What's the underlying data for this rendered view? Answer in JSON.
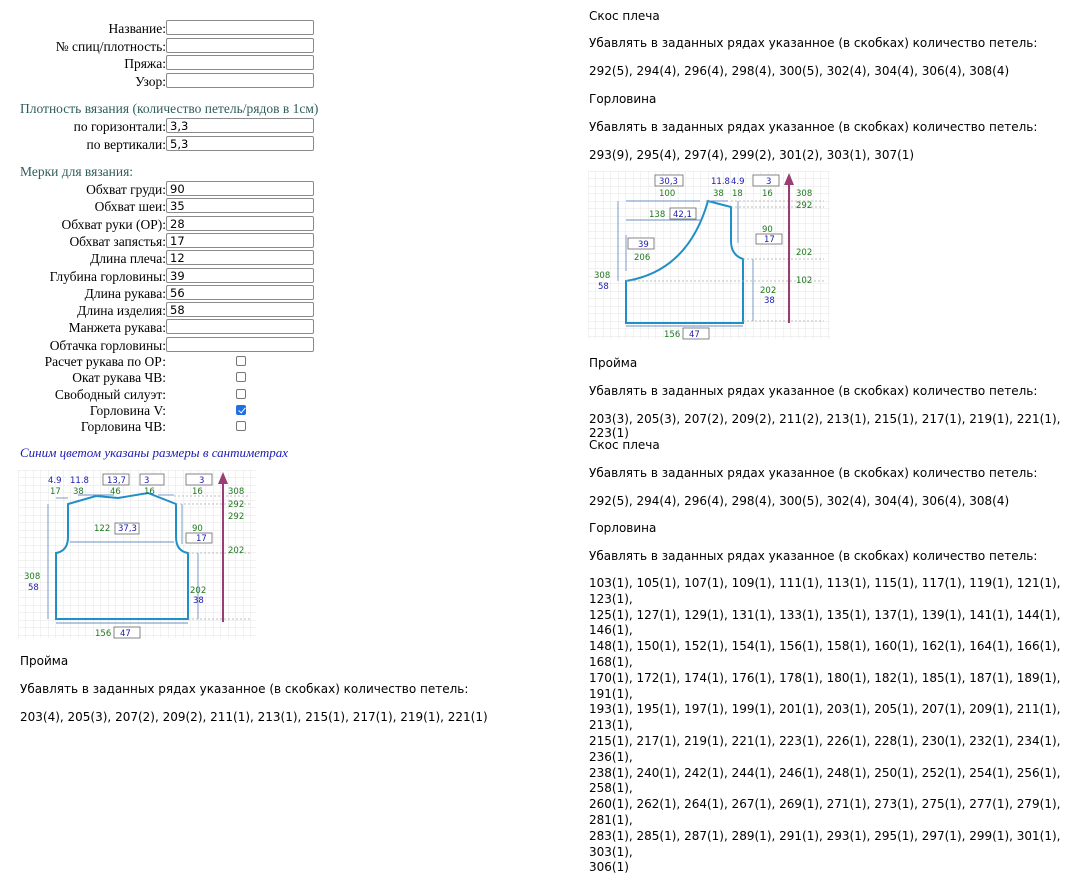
{
  "form": {
    "fields": [
      {
        "label": "Название:",
        "value": ""
      },
      {
        "label": "№ спиц/плотность:",
        "value": ""
      },
      {
        "label": "Пряжа:",
        "value": ""
      },
      {
        "label": "Узор:",
        "value": ""
      }
    ],
    "density_title": "Плотность вязания (количество петель/рядов в 1см)",
    "density": [
      {
        "label": "по горизонтали:",
        "value": "3,3"
      },
      {
        "label": "по вертикали:",
        "value": "5,3"
      }
    ],
    "measures_title": "Мерки для вязания:",
    "measures": [
      {
        "label": "Обхват груди:",
        "value": "90"
      },
      {
        "label": "Обхват шеи:",
        "value": "35"
      },
      {
        "label": "Обхват руки (ОР):",
        "value": "28"
      },
      {
        "label": "Обхват запястья:",
        "value": "17"
      },
      {
        "label": "Длина плеча:",
        "value": "12"
      },
      {
        "label": "Глубина горловины:",
        "value": "39"
      },
      {
        "label": "Длина рукава:",
        "value": "56"
      },
      {
        "label": "Длина изделия:",
        "value": "58"
      },
      {
        "label": "Манжета рукава:",
        "value": ""
      },
      {
        "label": "Обтачка горловины:",
        "value": ""
      }
    ],
    "options": [
      {
        "label": "Расчет рукава по ОР:",
        "checked": false
      },
      {
        "label": "Окат рукава ЧВ:",
        "checked": false
      },
      {
        "label": "Свободный силуэт:",
        "checked": false
      },
      {
        "label": "Горловина V:",
        "checked": true
      },
      {
        "label": "Горловина ЧВ:",
        "checked": false
      }
    ],
    "note": "Синим цветом указаны размеры в сантиметрах"
  },
  "diagram_back": {
    "labels": {
      "t1": "4.9",
      "t2": "11.8",
      "t3": "13,7",
      "t4": "3",
      "t5": "3",
      "g1": "17",
      "g2": "38",
      "g3": "46",
      "g4": "16",
      "g5": "16",
      "r1": "308",
      "r2": "292",
      "r3": "292",
      "r4": "202",
      "mid_g": "122",
      "mid_b": "37,3",
      "side_g": "90",
      "side_b": "17",
      "left_g": "308",
      "left_b": "58",
      "lr_g": "202",
      "lr_b": "38",
      "bot_g": "156",
      "bot_b": "47"
    }
  },
  "diagram_front": {
    "labels": {
      "t1": "30,3",
      "t2": "11.8",
      "t3": "4.9",
      "t4": "3",
      "g1": "100",
      "g2": "38",
      "g3": "18",
      "g4": "16",
      "r1": "308",
      "r2": "292",
      "r3": "202",
      "r4": "102",
      "mid_g": "138",
      "mid_b": "42,1",
      "neck_b": "39",
      "neck_g": "206",
      "side_g": "90",
      "side_b": "17",
      "left_g": "308",
      "left_b": "58",
      "lr_g": "202",
      "lr_b": "38",
      "bot_g": "156",
      "bot_b": "47"
    }
  },
  "left_text": {
    "h1": "Пройма",
    "instr": "Убавлять в заданных рядах указанное (в скобках) количество петель:",
    "rows1": "203(4), 205(3), 207(2), 209(2), 211(1), 213(1), 215(1), 217(1), 219(1), 221(1)"
  },
  "right_text": {
    "s1_title": "Скос плеча",
    "s1_instr": "Убавлять в заданных рядах указанное (в скобках) количество петель:",
    "s1_rows": "292(5), 294(4), 296(4), 298(4), 300(5), 302(4), 304(4), 306(4), 308(4)",
    "s2_title": "Горловина",
    "s2_instr": "Убавлять в заданных рядах указанное (в скобках) количество петель:",
    "s2_rows": "293(9), 295(4), 297(4), 299(2), 301(2), 303(1), 307(1)",
    "s3_title": "Пройма",
    "s3_instr": "Убавлять в заданных рядах указанное (в скобках) количество петель:",
    "s3_rows": "203(3), 205(3), 207(2), 209(2), 211(2), 213(1), 215(1), 217(1), 219(1), 221(1), 223(1)",
    "s4_title": "Скос плеча",
    "s4_instr": "Убавлять в заданных рядах указанное (в скобках) количество петель:",
    "s4_rows": "292(5), 294(4), 296(4), 298(4), 300(5), 302(4), 304(4), 306(4), 308(4)",
    "s5_title": "Горловина",
    "s5_instr": "Убавлять в заданных рядах указанное (в скобках) количество петель:",
    "s5_lines": [
      "103(1), 105(1), 107(1), 109(1), 111(1), 113(1), 115(1), 117(1), 119(1), 121(1), 123(1),",
      "125(1), 127(1), 129(1), 131(1), 133(1), 135(1), 137(1), 139(1), 141(1), 144(1), 146(1),",
      "148(1), 150(1), 152(1), 154(1), 156(1), 158(1), 160(1), 162(1), 164(1), 166(1), 168(1),",
      "170(1), 172(1), 174(1), 176(1), 178(1), 180(1), 182(1), 185(1), 187(1), 189(1), 191(1),",
      "193(1), 195(1), 197(1), 199(1), 201(1), 203(1), 205(1), 207(1), 209(1), 211(1), 213(1),",
      "215(1), 217(1), 219(1), 221(1), 223(1), 226(1), 228(1), 230(1), 232(1), 234(1), 236(1),",
      "238(1), 240(1), 242(1), 244(1), 246(1), 248(1), 250(1), 252(1), 254(1), 256(1), 258(1),",
      "260(1), 262(1), 264(1), 267(1), 269(1), 271(1), 273(1), 275(1), 277(1), 279(1), 281(1),",
      "283(1), 285(1), 287(1), 289(1), 291(1), 293(1), 295(1), 297(1), 299(1), 301(1), 303(1),",
      "306(1)"
    ]
  },
  "colors": {
    "green": "#1e7a1e",
    "blue": "#1a1ab0",
    "shape": "#1f8fc7",
    "arrow": "#9a3d72",
    "dim": "#6a8fc0"
  }
}
